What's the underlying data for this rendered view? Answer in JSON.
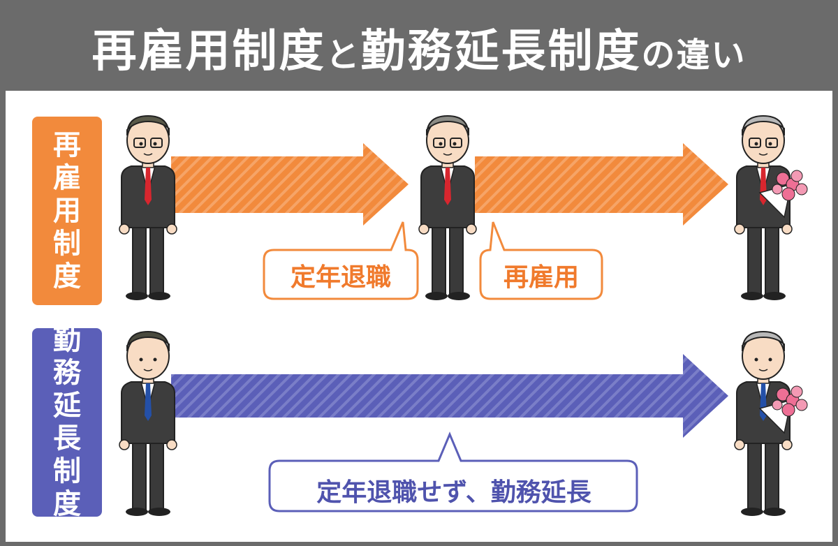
{
  "header": {
    "title_part1": "再雇用制度",
    "title_conj": "と",
    "title_part2": "勤務延長制度",
    "title_tail": "の違い"
  },
  "rows": [
    {
      "label_chars": [
        "再",
        "雇",
        "用",
        "制",
        "度"
      ],
      "color": "#f28a3c",
      "bubbles": [
        "定年退職",
        "再雇用"
      ]
    },
    {
      "label_chars": [
        "勤",
        "務",
        "延",
        "長",
        "制",
        "度"
      ],
      "color": "#5b5fb8",
      "bubbles": [
        "定年退職せず、勤務延長"
      ]
    }
  ],
  "colors": {
    "header_bg": "#6b6b6b",
    "orange": "#f28a3c",
    "purple": "#5b5fb8",
    "red_tie": "#d8262e",
    "blue_tie": "#2450a8",
    "flower_pink": "#ee6f95"
  },
  "icons": [
    "young-businessman-icon",
    "middle-aged-businessman-icon",
    "senior-man-with-bouquet-icon"
  ]
}
